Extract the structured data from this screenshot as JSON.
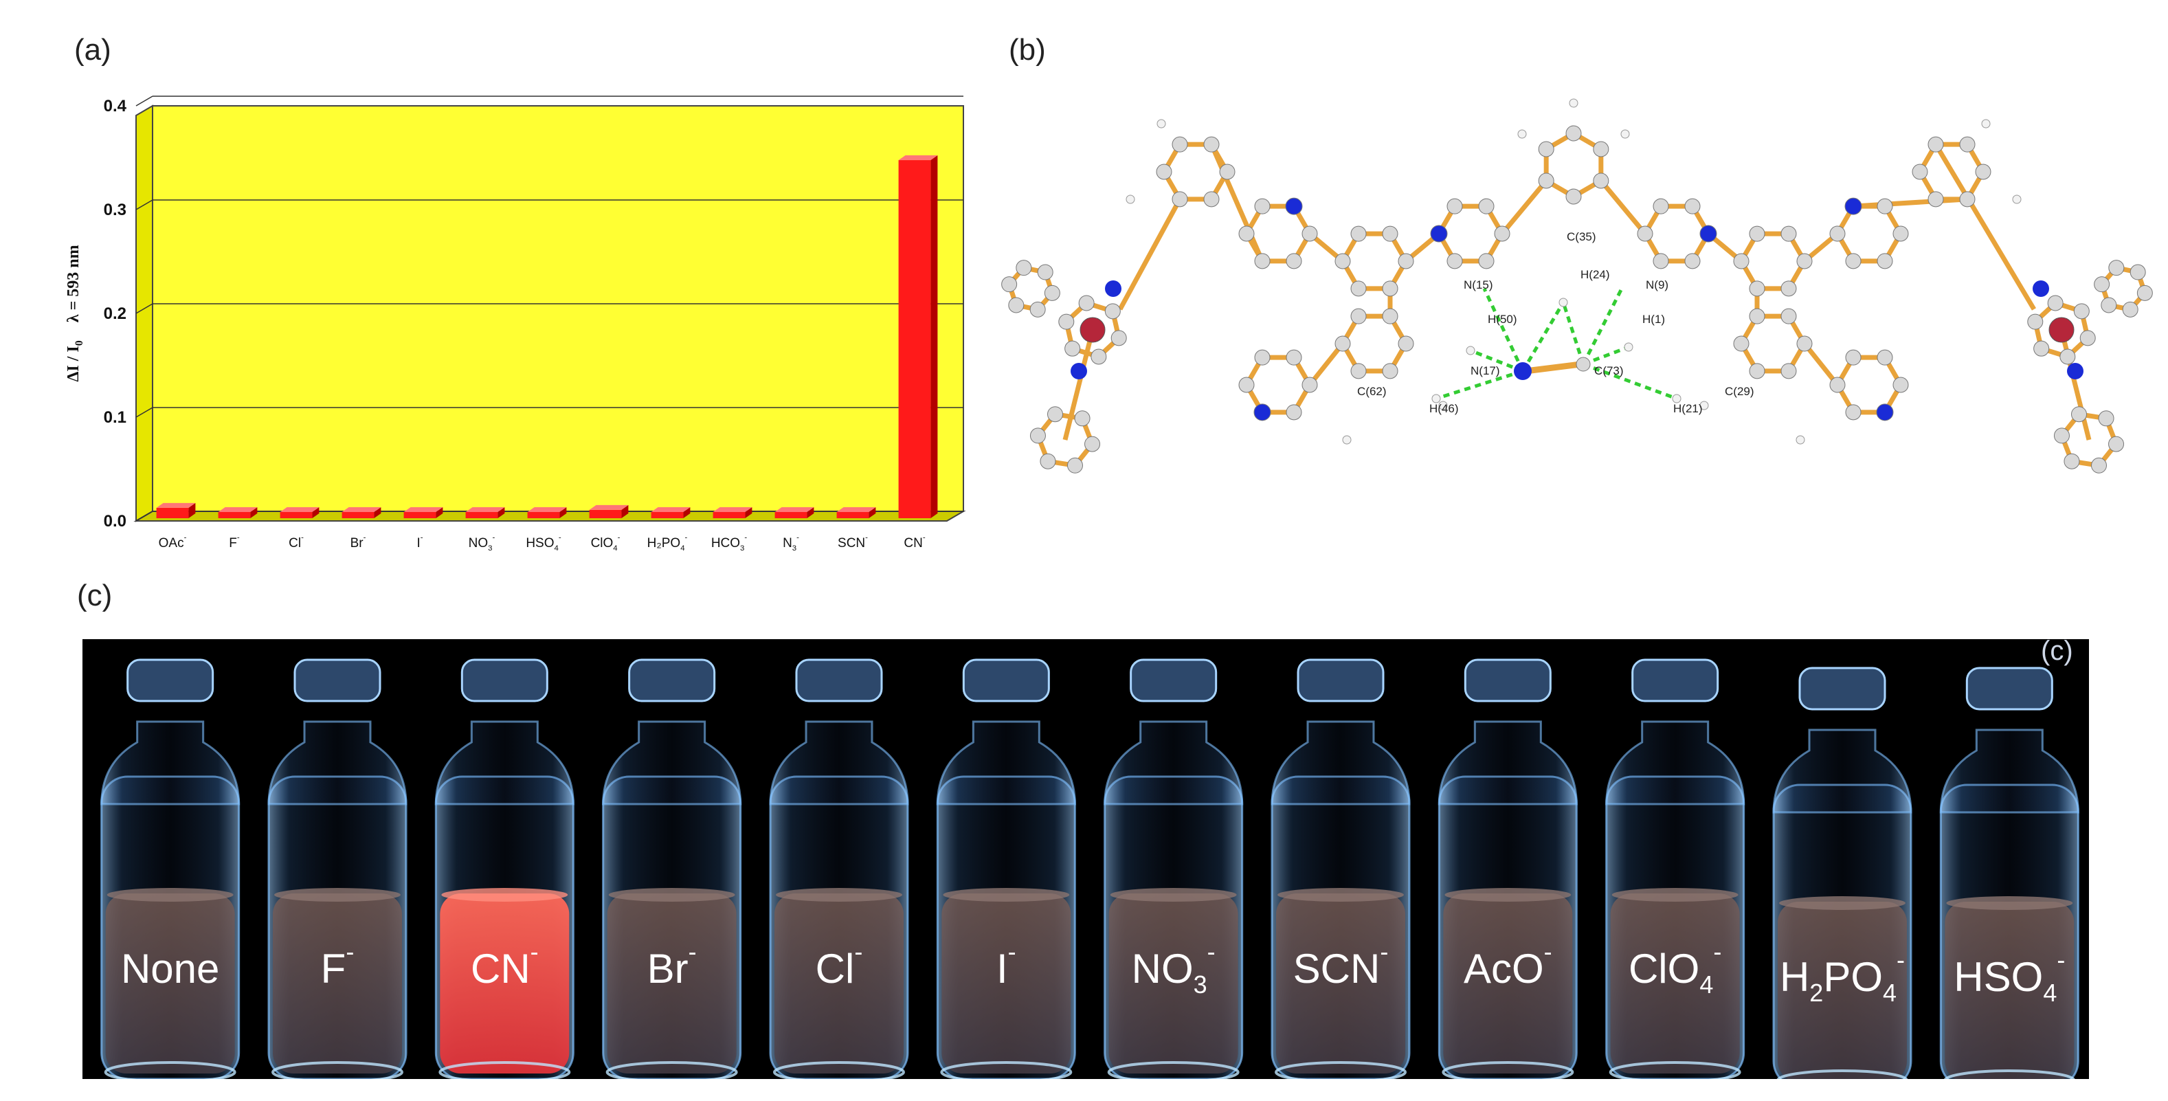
{
  "panels": {
    "a": "(a)",
    "b": "(b)",
    "c": "(c)",
    "c_inset": "(c)"
  },
  "chart_data": {
    "type": "bar",
    "ylabel_main": "ΔI / I",
    "ylabel_sub": "0",
    "ylabel_lambda": "λ = 593 nm",
    "ylim": [
      0,
      0.4
    ],
    "yticks": [
      "0.0",
      "0.1",
      "0.2",
      "0.3",
      "0.4"
    ],
    "categories": [
      {
        "base": "OAc",
        "sub": "",
        "sup": "-"
      },
      {
        "base": "F",
        "sub": "",
        "sup": "-"
      },
      {
        "base": "Cl",
        "sub": "",
        "sup": "-"
      },
      {
        "base": "Br",
        "sub": "",
        "sup": "-"
      },
      {
        "base": "I",
        "sub": "",
        "sup": "-"
      },
      {
        "base": "NO",
        "sub": "3",
        "sup": "-"
      },
      {
        "base": "HSO",
        "sub": "4",
        "sup": "-"
      },
      {
        "base": "ClO",
        "sub": "4",
        "sup": "-"
      },
      {
        "base": "H₂PO",
        "sub": "4",
        "sup": "-"
      },
      {
        "base": "HCO",
        "sub": "3",
        "sup": "-"
      },
      {
        "base": "N",
        "sub": "3",
        "sup": "-"
      },
      {
        "base": "SCN",
        "sub": "",
        "sup": "-"
      },
      {
        "base": "CN",
        "sub": "",
        "sup": "-"
      }
    ],
    "values": [
      0.01,
      0.006,
      0.006,
      0.006,
      0.006,
      0.006,
      0.006,
      0.008,
      0.006,
      0.006,
      0.006,
      0.006,
      0.345
    ],
    "grid": true,
    "colors": {
      "background": "#ffff33",
      "bar": "#ff1a1a",
      "bar_side": "#b30000",
      "bar_top": "#ff7777"
    }
  },
  "molecule": {
    "labels": {
      "c35": "C(35)",
      "h24": "H(24)",
      "n15": "N(15)",
      "n9": "N(9)",
      "h50": "H(50)",
      "h1": "H(1)",
      "n17": "N(17)",
      "c73": "C(73)",
      "c62": "C(62)",
      "h46": "H(46)",
      "h21": "H(21)",
      "c29": "C(29)"
    },
    "colors": {
      "bond": "#e8a33a",
      "carbon": "#d8d8d8",
      "nitrogen": "#1a2bd6",
      "metal": "#b5263a",
      "hbond": "#33cc33"
    }
  },
  "vials": {
    "items": [
      {
        "base": "None",
        "sub": "",
        "sup": ""
      },
      {
        "base": "F",
        "sub": "",
        "sup": "-"
      },
      {
        "base": "CN",
        "sub": "",
        "sup": "-"
      },
      {
        "base": "Br",
        "sub": "",
        "sup": "-"
      },
      {
        "base": "Cl",
        "sub": "",
        "sup": "-"
      },
      {
        "base": "I",
        "sub": "",
        "sup": "-"
      },
      {
        "base": "NO",
        "sub": "3",
        "sup": "-"
      },
      {
        "base": "SCN",
        "sub": "",
        "sup": "-"
      },
      {
        "base": "AcO",
        "sub": "",
        "sup": "-"
      },
      {
        "base": "ClO",
        "sub": "4",
        "sup": "-"
      },
      {
        "base": "H",
        "sub": "2",
        "sup": "",
        "base2": "PO",
        "sub2": "4",
        "sup2": "-"
      },
      {
        "base": "HSO",
        "sub": "4",
        "sup": "-"
      }
    ],
    "highlight_index": 2,
    "colors": {
      "background": "#000000",
      "highlight_liquid": "#ff4d4d",
      "liquid": "#6b5550",
      "glass": "#7fb7ff"
    }
  }
}
